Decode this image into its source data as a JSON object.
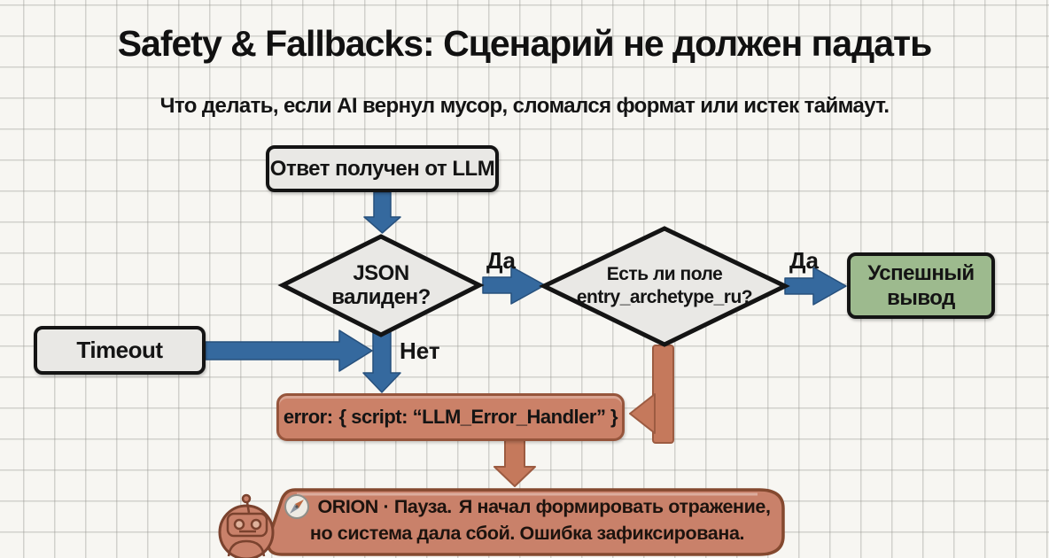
{
  "title": "Safety & Fallbacks: Сценарий не должен падать",
  "subtitle": "Что делать, если AI вернул мусор, сломался формат или истек таймаут.",
  "nodes": {
    "llm_response": {
      "label": "Ответ получен от LLM"
    },
    "json_valid": {
      "line1": "JSON",
      "line2": "валиден?"
    },
    "field_check": {
      "line1": "Есть ли поле",
      "line2": "entry_archetype_ru?"
    },
    "success": {
      "line1": "Успешный",
      "line2": "вывод"
    },
    "timeout": {
      "label": "Timeout"
    },
    "error_handler": {
      "keyword": "error:",
      "code": "{ script: “LLM_Error_Handler” }"
    }
  },
  "edge_labels": {
    "yes_json": "Да",
    "yes_field": "Да",
    "no_json": "Нет"
  },
  "orion_message": {
    "speaker": "ORION · Пауза.",
    "line1_rest": "Я начал формировать отражение,",
    "line2": "но система дала сбой. Ошибка зафиксирована."
  },
  "icons": {
    "badge": "compass-icon",
    "avatar": "robot-icon"
  },
  "colors": {
    "flow_blue": "#35699e",
    "flow_orange": "#c5795c",
    "node_gray": "#e9e8e5",
    "success_green": "#9dba8e",
    "error_fill": "#cb8168",
    "error_border": "#96553c",
    "bubble_fill": "#c9816a",
    "bubble_border": "#84492f",
    "ink": "#141414"
  }
}
